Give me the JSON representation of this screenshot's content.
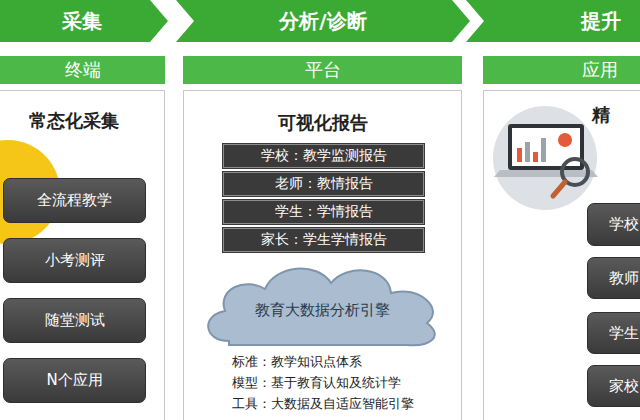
{
  "diagram": {
    "nodes": [
      {
        "text": [
          "采集"
        ]
      },
      {
        "text": [
          "分析/诊断"
        ]
      },
      {
        "text": [
          "提升"
        ]
      },
      {
        "text": [
          "终端"
        ]
      },
      {
        "text": [
          "平台"
        ]
      },
      {
        "text": [
          "应用"
        ]
      },
      {
        "text": [
          "常态化采集"
        ]
      },
      {
        "text": [
          "全流程教学"
        ],
        "in": 6
      },
      {
        "text": [
          "小考测评"
        ],
        "in": 6
      },
      {
        "text": [
          "随堂测试"
        ],
        "in": 6
      },
      {
        "text": [
          "N个应用"
        ],
        "in": 6
      },
      {
        "text": [
          "可视化报告"
        ]
      },
      {
        "text": [
          "学校：教学监测报告"
        ],
        "in": 11
      },
      {
        "text": [
          "老师：教情报告"
        ],
        "in": 11
      },
      {
        "text": [
          "学生：学情报告"
        ],
        "in": 11
      },
      {
        "text": [
          "家长：学生学情报告"
        ],
        "in": 11
      },
      {
        "text": [
          "教育大数据分析引擎"
        ],
        "in": 11
      },
      {
        "text": [
          "精"
        ]
      },
      {
        "text": [
          "学校"
        ],
        "in": 17
      },
      {
        "text": [
          "教师"
        ],
        "in": 17
      },
      {
        "text": [
          "学生"
        ],
        "in": 17
      },
      {
        "text": [
          "家校"
        ],
        "in": 17
      }
    ],
    "edges": [],
    "labels": [
      "标准：教学知识点体系",
      "模型：基于教育认知及统计学",
      "工具：大数据及自适应智能引擎"
    ]
  }
}
